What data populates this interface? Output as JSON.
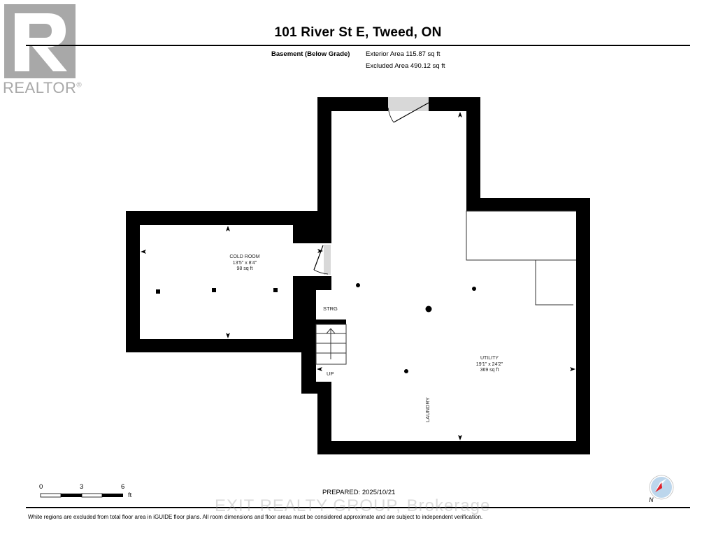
{
  "header": {
    "title": "101 River St E, Tweed, ON",
    "floor_label": "Basement (Below Grade)",
    "exterior_area": "Exterior Area 115.87 sq ft",
    "excluded_area": "Excluded Area 490.12 sq ft"
  },
  "logo": {
    "icon": "realtor-r-icon",
    "text": "REALTOR",
    "mark": "®"
  },
  "rooms": [
    {
      "name": "COLD ROOM",
      "dimensions": "13'5\" x 8'4\"",
      "area": "98 sq ft"
    },
    {
      "name": "UTILITY",
      "dimensions": "19'1\" x 24'2\"",
      "area": "369 sq ft"
    }
  ],
  "labels": {
    "storage": "STRG",
    "stairs": "UP",
    "laundry": "LAUNDRY"
  },
  "scale": {
    "ticks": [
      "0",
      "3",
      "6"
    ],
    "unit": "ft"
  },
  "compass": {
    "icon": "compass-icon",
    "label": "N",
    "colors": {
      "ring": "#bcd6ec",
      "needle": "#e0202a"
    }
  },
  "footer": {
    "prepared": "PREPARED: 2025/10/21",
    "watermark": "EXIT REALTY GROUP, Brokerage",
    "disclaimer": "White regions are excluded from total floor area in iGUIDE floor plans. All room dimensions and floor areas must be considered approximate and are subject to independent verification."
  }
}
